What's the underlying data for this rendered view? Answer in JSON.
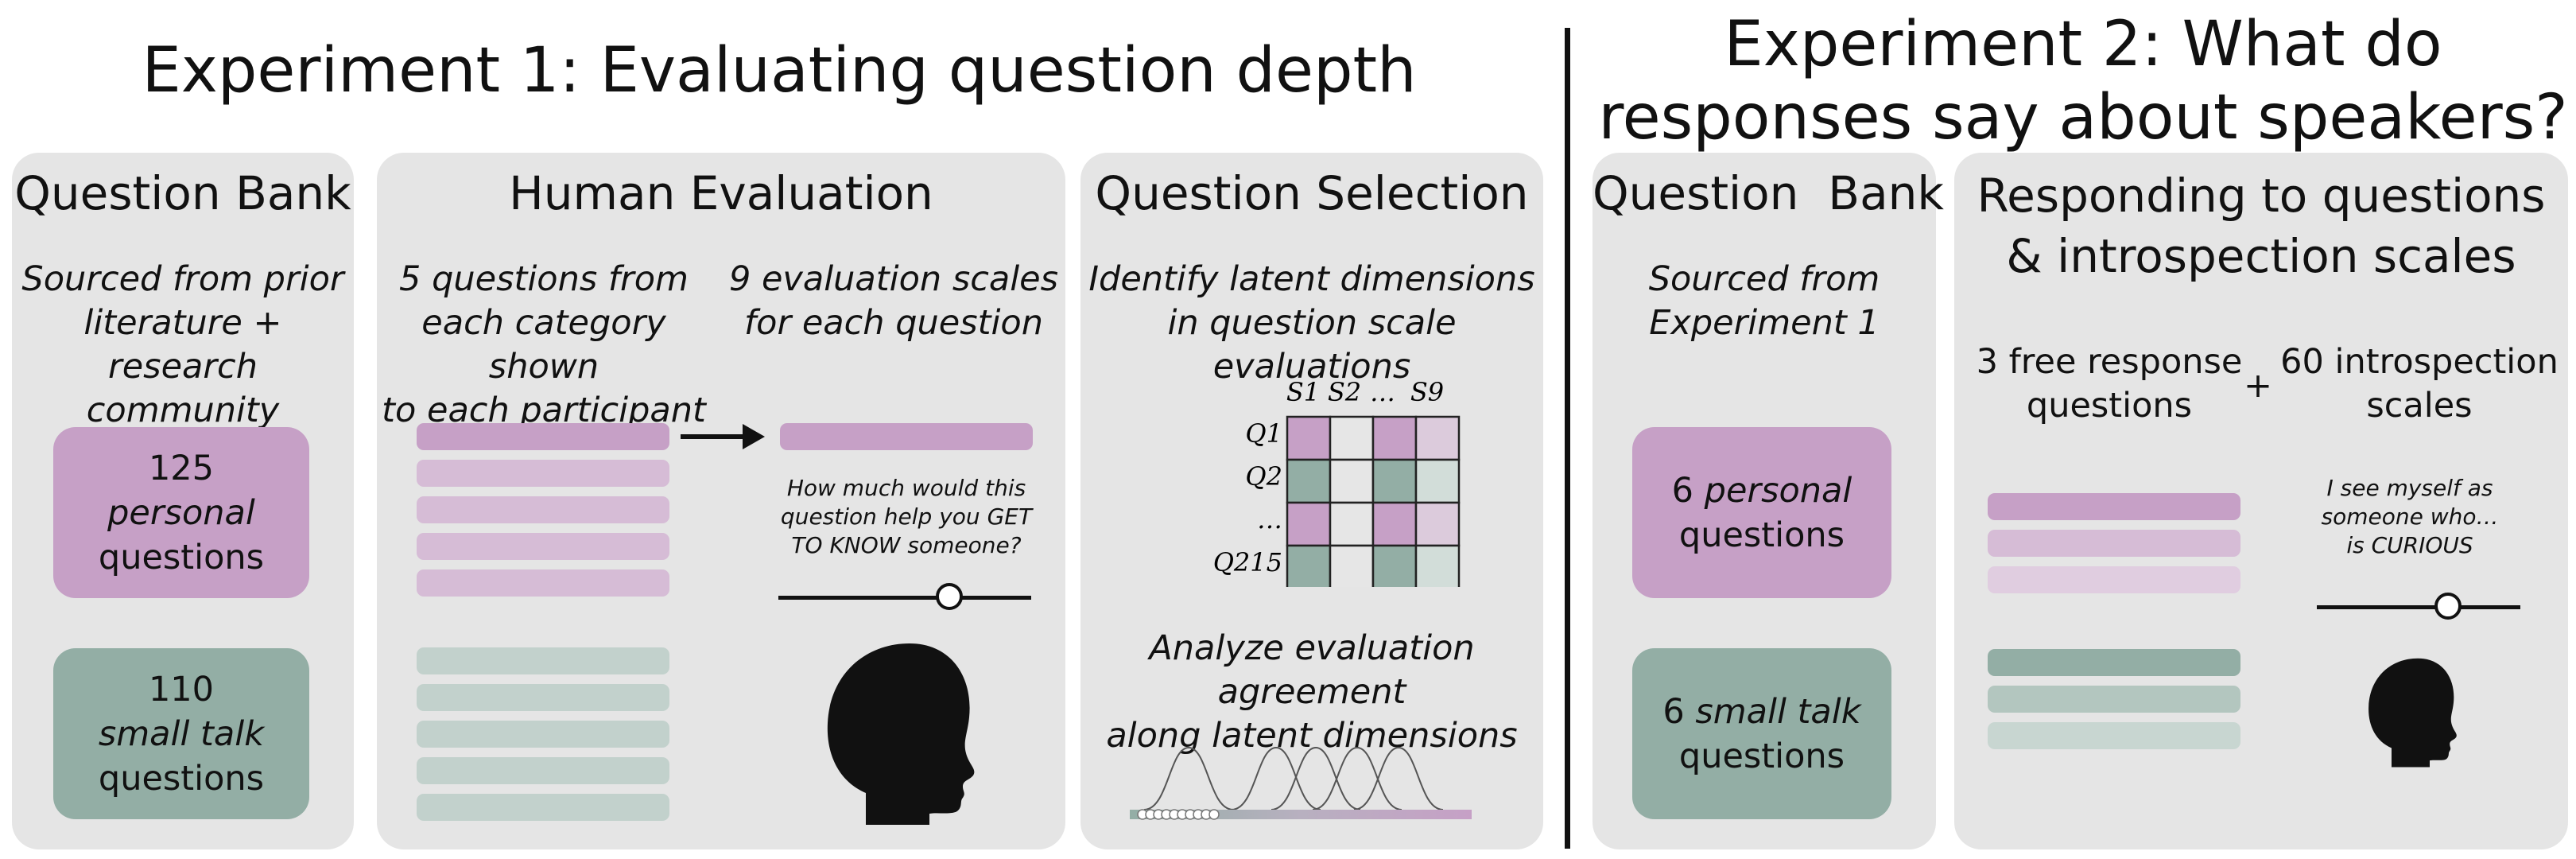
{
  "exp1": {
    "title": "Experiment 1: Evaluating question depth",
    "bank": {
      "title": "Question Bank",
      "source": [
        "Sourced from prior",
        "literature + research",
        "community"
      ],
      "personal_count": "125",
      "personal_label": "personal",
      "personal_suffix": "questions",
      "smalltalk_count": "110",
      "smalltalk_label": "small talk",
      "smalltalk_suffix": "questions"
    },
    "human_eval": {
      "title": "Human Evaluation",
      "left_text": [
        "5 questions from",
        "each category shown",
        "to each participant"
      ],
      "right_text": [
        "9 evaluation scales",
        "for each question"
      ],
      "scale_question": [
        "How much would this",
        "question help you GET",
        "TO KNOW someone?"
      ]
    },
    "selection": {
      "title": "Question Selection",
      "top_text": [
        "Identify latent dimensions",
        "in question scale evaluations"
      ],
      "matrix_cols": [
        "S1",
        "S2",
        "…",
        "S9"
      ],
      "matrix_rows": [
        "Q1",
        "Q2",
        "…",
        "Q215"
      ],
      "bottom_text": [
        "Analyze evaluation agreement",
        "along latent dimensions"
      ]
    }
  },
  "exp2": {
    "title": [
      "Experiment 2: What do",
      "responses say about speakers?"
    ],
    "bank": {
      "title": "Question  Bank",
      "source": [
        "Sourced from",
        "Experiment 1"
      ],
      "personal_count": "6",
      "personal_label": "personal",
      "personal_suffix": "questions",
      "smalltalk_count": "6",
      "smalltalk_label": "small talk",
      "smalltalk_suffix": "questions"
    },
    "responding": {
      "title": [
        "Responding to questions",
        "& introspection scales"
      ],
      "free_response": [
        "3 free response",
        "questions"
      ],
      "plus": "+",
      "introspection": [
        "60 introspection",
        "scales"
      ],
      "scale_statement": [
        "I see myself as",
        "someone who…",
        "is CURIOUS"
      ]
    }
  },
  "colors": {
    "personal": "#c6a0c6",
    "smalltalk": "#93aea5",
    "panel": "#e5e5e5"
  }
}
